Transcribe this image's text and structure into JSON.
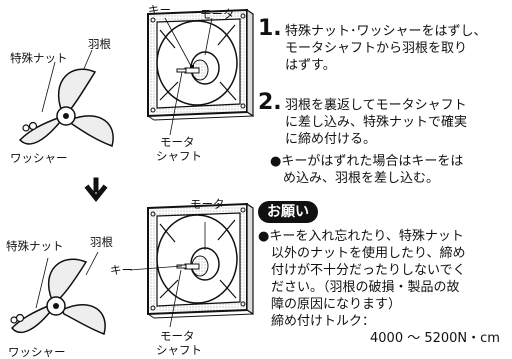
{
  "figure1": {
    "key": "キー",
    "motor": "モータ",
    "special_nut": "特殊ナット",
    "blade": "羽根",
    "washer": "ワッシャー",
    "motor_shaft_line1": "モータ",
    "motor_shaft_line2": "シャフト"
  },
  "figure2": {
    "motor": "モータ",
    "special_nut": "特殊ナット",
    "blade": "羽根",
    "key": "キー",
    "washer": "ワッシャー",
    "motor_shaft_line1": "モータ",
    "motor_shaft_line2": "シャフト"
  },
  "steps": [
    {
      "num": "1.",
      "lines": [
        "特殊ナット･ワッシャーをはずし、",
        "モータシャフトから羽根を取り",
        "はずす。"
      ]
    },
    {
      "num": "2.",
      "lines": [
        "羽根を裏返してモータシャフト",
        "に差し込み、特殊ナットで確実",
        "に締め付ける。"
      ]
    }
  ],
  "step2_note": [
    "●キーがはずれた場合はキーをは",
    "　め込み、羽根を差し込む。"
  ],
  "request_heading": "お願い",
  "request_lines": [
    "●キーを入れ忘れたり、特殊ナット",
    "　以外のナットを使用したり、締め",
    "　付けが不十分だったりしないでく",
    "　ださい。（羽根の破損・製品の故",
    "　障の原因になります）",
    "　締め付けトルク：",
    "4000 ～ 5200N・cm"
  ]
}
